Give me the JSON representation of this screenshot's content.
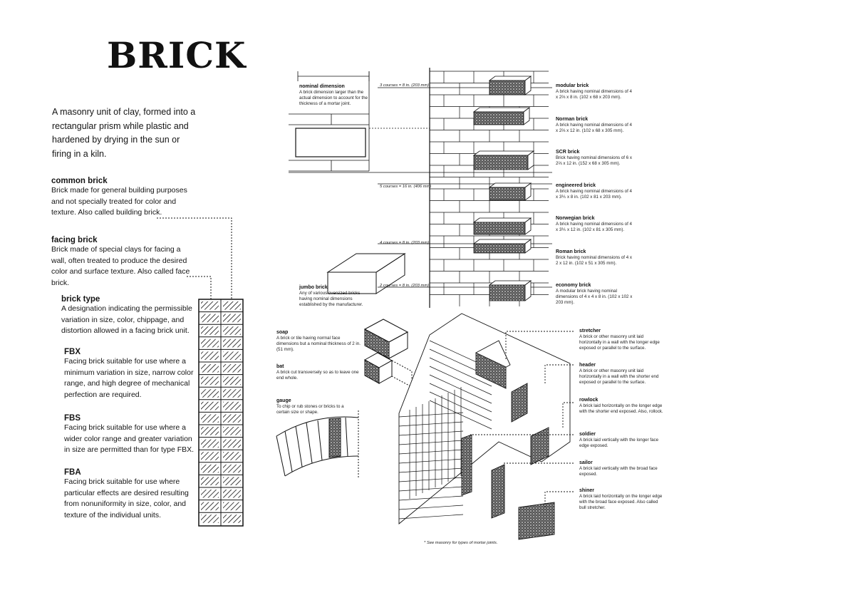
{
  "title": "BRICK",
  "intro": "A masonry unit of clay, formed into a rectangular prism while plastic and hardened by drying in the sun or firing in a kiln.",
  "left_terms": [
    {
      "term": "common brick",
      "definition": "Brick made for general building purposes and not specially treated for color and texture. Also called building brick."
    },
    {
      "term": "facing brick",
      "definition": "Brick made of special clays for facing a wall, often treated to produce the desired color and surface texture. Also called face brick."
    },
    {
      "term": "brick type",
      "definition": "A designation indicating the permissible variation in size, color, chippage, and distortion allowed in a facing brick unit."
    },
    {
      "term": "FBX",
      "definition": "Facing brick suitable for use where a minimum variation in size, narrow color range, and high degree of mechanical perfection are required."
    },
    {
      "term": "FBS",
      "definition": "Facing brick suitable for use where a wider color range and greater variation in size are permitted than for type FBX."
    },
    {
      "term": "FBA",
      "definition": "Facing brick suitable for use where particular effects are desired resulting from nonuniformity in size, color, and texture of the individual units."
    }
  ],
  "nominal": {
    "term": "nominal dimension",
    "definition": "A brick dimension larger than the actual dimension to account for the thickness of a mortar joint."
  },
  "courses": [
    "3 courses = 8 in. (203 mm)",
    "5 courses = 16 in. (406 mm)",
    "4 courses = 8 in. (203 mm)",
    "2 courses = 8 in. (203 mm)"
  ],
  "brick_sizes": [
    {
      "term": "modular brick",
      "definition": "A brick having nominal dimensions of 4 x 2⅔ x 8 in. (102 x 68 x 203 mm)."
    },
    {
      "term": "Norman brick",
      "definition": "A brick having nominal dimensions of 4 x 2⅔ x 12 in. (102 x 68 x 305 mm)."
    },
    {
      "term": "SCR brick",
      "definition": "Brick having nominal dimensions of 6 x 2⅔ x 12 in. (152 x 68 x 305 mm)."
    },
    {
      "term": "engineered brick",
      "definition": "A brick having nominal dimensions of 4 x 3⅕ x 8 in. (102 x 81 x 203 mm)."
    },
    {
      "term": "Norwegian brick",
      "definition": "A brick having nominal dimensions of 4 x 3⅕ x 12 in. (102 x 81 x 305 mm)."
    },
    {
      "term": "Roman brick",
      "definition": "Brick having nominal dimensions of 4 x 2 x 12 in. (102 x 51 x 305 mm)."
    },
    {
      "term": "economy brick",
      "definition": "A modular brick having nominal dimensions of 4 x 4 x 8 in. (102 x 102 x 203 mm)."
    }
  ],
  "jumbo": {
    "term": "jumbo brick",
    "definition": "Any of various oversized bricks having nominal dimensions established by the manufacturer."
  },
  "cut_terms": [
    {
      "term": "soap",
      "definition": "A brick or tile having normal face dimensions but a nominal thickness of 2 in. (51 mm)."
    },
    {
      "term": "bat",
      "definition": "A brick cut transversely so as to leave one end whole."
    },
    {
      "term": "gauge",
      "definition": "To chip or rub stones or bricks to a certain size or shape."
    }
  ],
  "positions": [
    {
      "term": "stretcher",
      "definition": "A brick or other masonry unit laid horizontally in a wall with the longer edge exposed or parallel to the surface."
    },
    {
      "term": "header",
      "definition": "A brick or other masonry unit laid horizontally in a wall with the shorter end exposed or parallel to the surface."
    },
    {
      "term": "rowlock",
      "definition": "A brick laid horizontally on the longer edge with the shorter end exposed. Also, rollock."
    },
    {
      "term": "soldier",
      "definition": "A brick laid vertically with the longer face edge exposed."
    },
    {
      "term": "sailor",
      "definition": "A brick laid vertically with the broad face exposed."
    },
    {
      "term": "shiner",
      "definition": "A brick laid horizontally on the longer edge with the broad face exposed. Also called bull stretcher."
    }
  ],
  "footnote": "* See masonry for types of mortar joints."
}
